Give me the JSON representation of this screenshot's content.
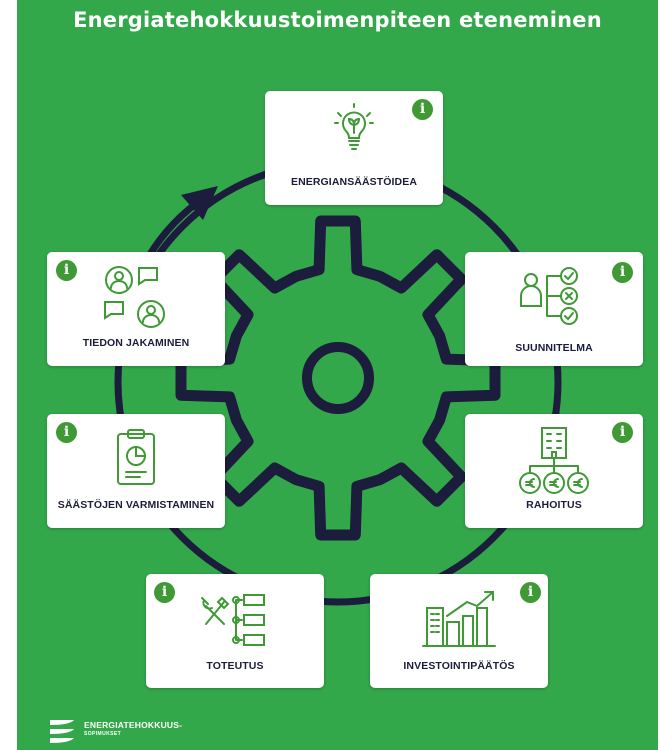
{
  "title": "Energiatehokkuustoimenpiteen eteneminen",
  "colors": {
    "background": "#33a84a",
    "card": "#ffffff",
    "navy": "#1c1c3c",
    "icon_green": "#3f9a36"
  },
  "steps": [
    {
      "label": "ENERGIANSÄÄSTÖIDEA",
      "icon": "lightbulb-icon",
      "info": "i"
    },
    {
      "label": "SUUNNITELMA",
      "icon": "plan-checklist-icon",
      "info": "i"
    },
    {
      "label": "RAHOITUS",
      "icon": "funding-euro-icon",
      "info": "i"
    },
    {
      "label": "INVESTOINTIPÄÄTÖS",
      "icon": "growth-chart-icon",
      "info": "i"
    },
    {
      "label": "TOTEUTUS",
      "icon": "tools-icon",
      "info": "i"
    },
    {
      "label": "SÄÄSTÖJEN VARMISTAMINEN",
      "icon": "clipboard-chart-icon",
      "info": "i"
    },
    {
      "label": "TIEDON JAKAMINEN",
      "icon": "people-chat-icon",
      "info": "i"
    }
  ],
  "logo": {
    "line1": "ENERGIATEHOKKUUS-",
    "line2": "SOPIMUKSET"
  }
}
